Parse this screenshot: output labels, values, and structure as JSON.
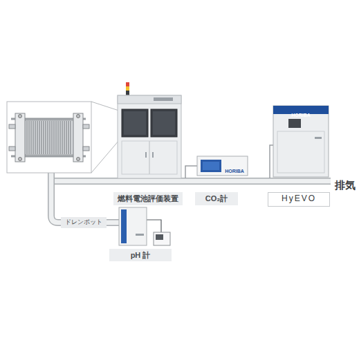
{
  "diagram": {
    "nodes": [
      {
        "text": [
          "燃料電池評価装置"
        ]
      },
      {
        "text": [
          "CO₂計"
        ]
      },
      {
        "text": [
          "HyEVO"
        ]
      },
      {
        "text": [
          "ドレンポット"
        ]
      },
      {
        "text": [
          "pH 計"
        ]
      }
    ],
    "labels": [
      "排気",
      "HORIBA",
      "HORIBA"
    ]
  }
}
